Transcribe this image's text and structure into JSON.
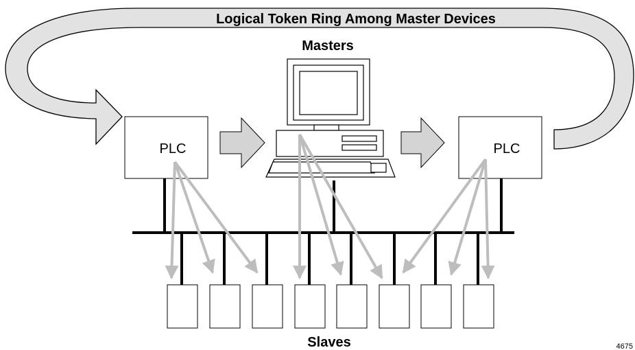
{
  "diagram": {
    "title": "Logical Token Ring Among Master Devices",
    "masters_label": "Masters",
    "slaves_label": "Slaves",
    "figure_number": "4675",
    "plc_left_label": "PLC",
    "plc_right_label": "PLC",
    "slave_count": 8,
    "colors": {
      "ring_fill": "#e2e2e2",
      "arrow_fill": "#d4d4d4",
      "outline": "#000000",
      "link_gray": "#bdbdbd",
      "bus": "#000000"
    }
  }
}
